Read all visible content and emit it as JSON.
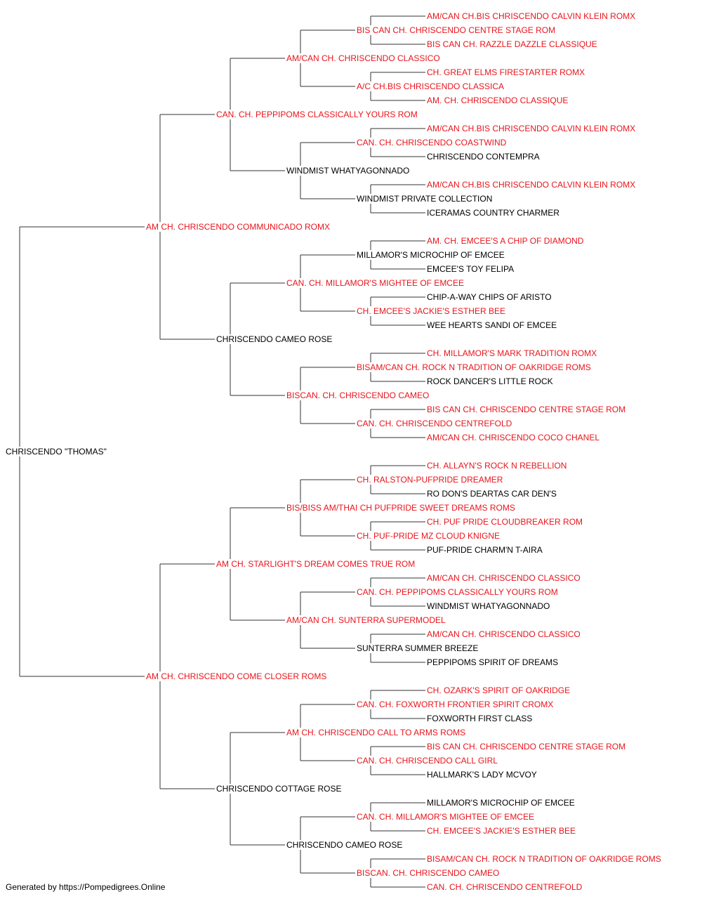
{
  "colors": {
    "titled": "#e8141c",
    "untitled": "#000000",
    "connector": "#333333"
  },
  "footer": "Generated by https://Pompedigrees.Online",
  "pedigree": {
    "name": "CHRISCENDO \"THOMAS\"",
    "titled": false,
    "sire": {
      "name": "AM CH. CHRISCENDO COMMUNICADO ROMX",
      "titled": true,
      "sire": {
        "name": "CAN. CH. PEPPIPOMS CLASSICALLY YOURS ROM",
        "titled": true,
        "sire": {
          "name": "AM/CAN CH. CHRISCENDO CLASSICO",
          "titled": true,
          "sire": {
            "name": "BIS CAN CH. CHRISCENDO CENTRE STAGE ROM",
            "titled": true,
            "sire": {
              "name": "AM/CAN CH.BIS CHRISCENDO CALVIN KLEIN ROMX",
              "titled": true
            },
            "dam": {
              "name": "BIS CAN CH. RAZZLE DAZZLE CLASSIQUE",
              "titled": true
            }
          },
          "dam": {
            "name": "A/C CH.BIS CHRISCENDO CLASSICA",
            "titled": true,
            "sire": {
              "name": "CH. GREAT ELMS FIRESTARTER ROMX",
              "titled": true
            },
            "dam": {
              "name": "AM. CH. CHRISCENDO CLASSIQUE",
              "titled": true
            }
          }
        },
        "dam": {
          "name": "WINDMIST WHATYAGONNADO",
          "titled": false,
          "sire": {
            "name": "CAN. CH. CHRISCENDO COASTWIND",
            "titled": true,
            "sire": {
              "name": "AM/CAN CH.BIS CHRISCENDO CALVIN KLEIN ROMX",
              "titled": true
            },
            "dam": {
              "name": "CHRISCENDO CONTEMPRA",
              "titled": false
            }
          },
          "dam": {
            "name": "WINDMIST PRIVATE COLLECTION",
            "titled": false,
            "sire": {
              "name": "AM/CAN CH.BIS CHRISCENDO CALVIN KLEIN ROMX",
              "titled": true
            },
            "dam": {
              "name": "ICERAMAS COUNTRY CHARMER",
              "titled": false
            }
          }
        }
      },
      "dam": {
        "name": "CHRISCENDO CAMEO ROSE",
        "titled": false,
        "sire": {
          "name": "CAN. CH. MILLAMOR'S MIGHTEE OF EMCEE",
          "titled": true,
          "sire": {
            "name": "MILLAMOR'S MICROCHIP OF EMCEE",
            "titled": false,
            "sire": {
              "name": "AM. CH. EMCEE'S A CHIP OF DIAMOND",
              "titled": true
            },
            "dam": {
              "name": "EMCEE'S TOY FELIPA",
              "titled": false
            }
          },
          "dam": {
            "name": "CH. EMCEE'S JACKIE'S ESTHER BEE",
            "titled": true,
            "sire": {
              "name": "CHIP-A-WAY CHIPS OF ARISTO",
              "titled": false
            },
            "dam": {
              "name": "WEE HEARTS SANDI OF EMCEE",
              "titled": false
            }
          }
        },
        "dam": {
          "name": "BISCAN. CH. CHRISCENDO CAMEO",
          "titled": true,
          "sire": {
            "name": "BISAM/CAN CH. ROCK N TRADITION OF OAKRIDGE ROMS",
            "titled": true,
            "sire": {
              "name": "CH. MILLAMOR'S MARK TRADITION ROMX",
              "titled": true
            },
            "dam": {
              "name": "ROCK DANCER'S LITTLE ROCK",
              "titled": false
            }
          },
          "dam": {
            "name": "CAN. CH. CHRISCENDO CENTREFOLD",
            "titled": true,
            "sire": {
              "name": "BIS CAN CH. CHRISCENDO CENTRE STAGE ROM",
              "titled": true
            },
            "dam": {
              "name": "AM/CAN CH. CHRISCENDO COCO CHANEL",
              "titled": true
            }
          }
        }
      }
    },
    "dam": {
      "name": "AM CH. CHRISCENDO COME CLOSER ROMS",
      "titled": true,
      "sire": {
        "name": "AM CH. STARLIGHT'S DREAM COMES TRUE ROM",
        "titled": true,
        "sire": {
          "name": "BIS/BISS AM/THAI CH PUFPRIDE SWEET DREAMS ROMS",
          "titled": true,
          "sire": {
            "name": "CH. RALSTON-PUFPRIDE DREAMER",
            "titled": true,
            "sire": {
              "name": "CH. ALLAYN'S ROCK N REBELLION",
              "titled": true
            },
            "dam": {
              "name": "RO DON'S DEARTAS CAR DEN'S",
              "titled": false
            }
          },
          "dam": {
            "name": "CH. PUF-PRIDE MZ CLOUD KNIGNE",
            "titled": true,
            "sire": {
              "name": "CH. PUF PRIDE CLOUDBREAKER ROM",
              "titled": true
            },
            "dam": {
              "name": "PUF-PRIDE CHARM'N T-AIRA",
              "titled": false
            }
          }
        },
        "dam": {
          "name": "AM/CAN CH. SUNTERRA SUPERMODEL",
          "titled": true,
          "sire": {
            "name": "CAN. CH. PEPPIPOMS CLASSICALLY YOURS ROM",
            "titled": true,
            "sire": {
              "name": "AM/CAN CH. CHRISCENDO CLASSICO",
              "titled": true
            },
            "dam": {
              "name": "WINDMIST WHATYAGONNADO",
              "titled": false
            }
          },
          "dam": {
            "name": "SUNTERRA SUMMER BREEZE",
            "titled": false,
            "sire": {
              "name": "AM/CAN CH. CHRISCENDO CLASSICO",
              "titled": true
            },
            "dam": {
              "name": "PEPPIPOMS SPIRIT OF DREAMS",
              "titled": false
            }
          }
        }
      },
      "dam": {
        "name": "CHRISCENDO COTTAGE ROSE",
        "titled": false,
        "sire": {
          "name": "AM CH. CHRISCENDO CALL TO ARMS ROMS",
          "titled": true,
          "sire": {
            "name": "CAN. CH. FOXWORTH FRONTIER SPIRIT CROMX",
            "titled": true,
            "sire": {
              "name": "CH. OZARK'S SPIRIT OF OAKRIDGE",
              "titled": true
            },
            "dam": {
              "name": "FOXWORTH FIRST CLASS",
              "titled": false
            }
          },
          "dam": {
            "name": "CAN. CH. CHRISCENDO CALL GIRL",
            "titled": true,
            "sire": {
              "name": "BIS CAN CH. CHRISCENDO CENTRE STAGE ROM",
              "titled": true
            },
            "dam": {
              "name": "HALLMARK'S LADY MCVOY",
              "titled": false
            }
          }
        },
        "dam": {
          "name": "CHRISCENDO CAMEO ROSE",
          "titled": false,
          "sire": {
            "name": "CAN. CH. MILLAMOR'S MIGHTEE OF EMCEE",
            "titled": true,
            "sire": {
              "name": "MILLAMOR'S MICROCHIP OF EMCEE",
              "titled": false
            },
            "dam": {
              "name": "CH. EMCEE'S JACKIE'S ESTHER BEE",
              "titled": true
            }
          },
          "dam": {
            "name": "BISCAN. CH. CHRISCENDO CAMEO",
            "titled": true,
            "sire": {
              "name": "BISAM/CAN CH. ROCK N TRADITION OF OAKRIDGE ROMS",
              "titled": true
            },
            "dam": {
              "name": "CAN. CH. CHRISCENDO CENTREFOLD",
              "titled": true
            }
          }
        }
      }
    }
  }
}
